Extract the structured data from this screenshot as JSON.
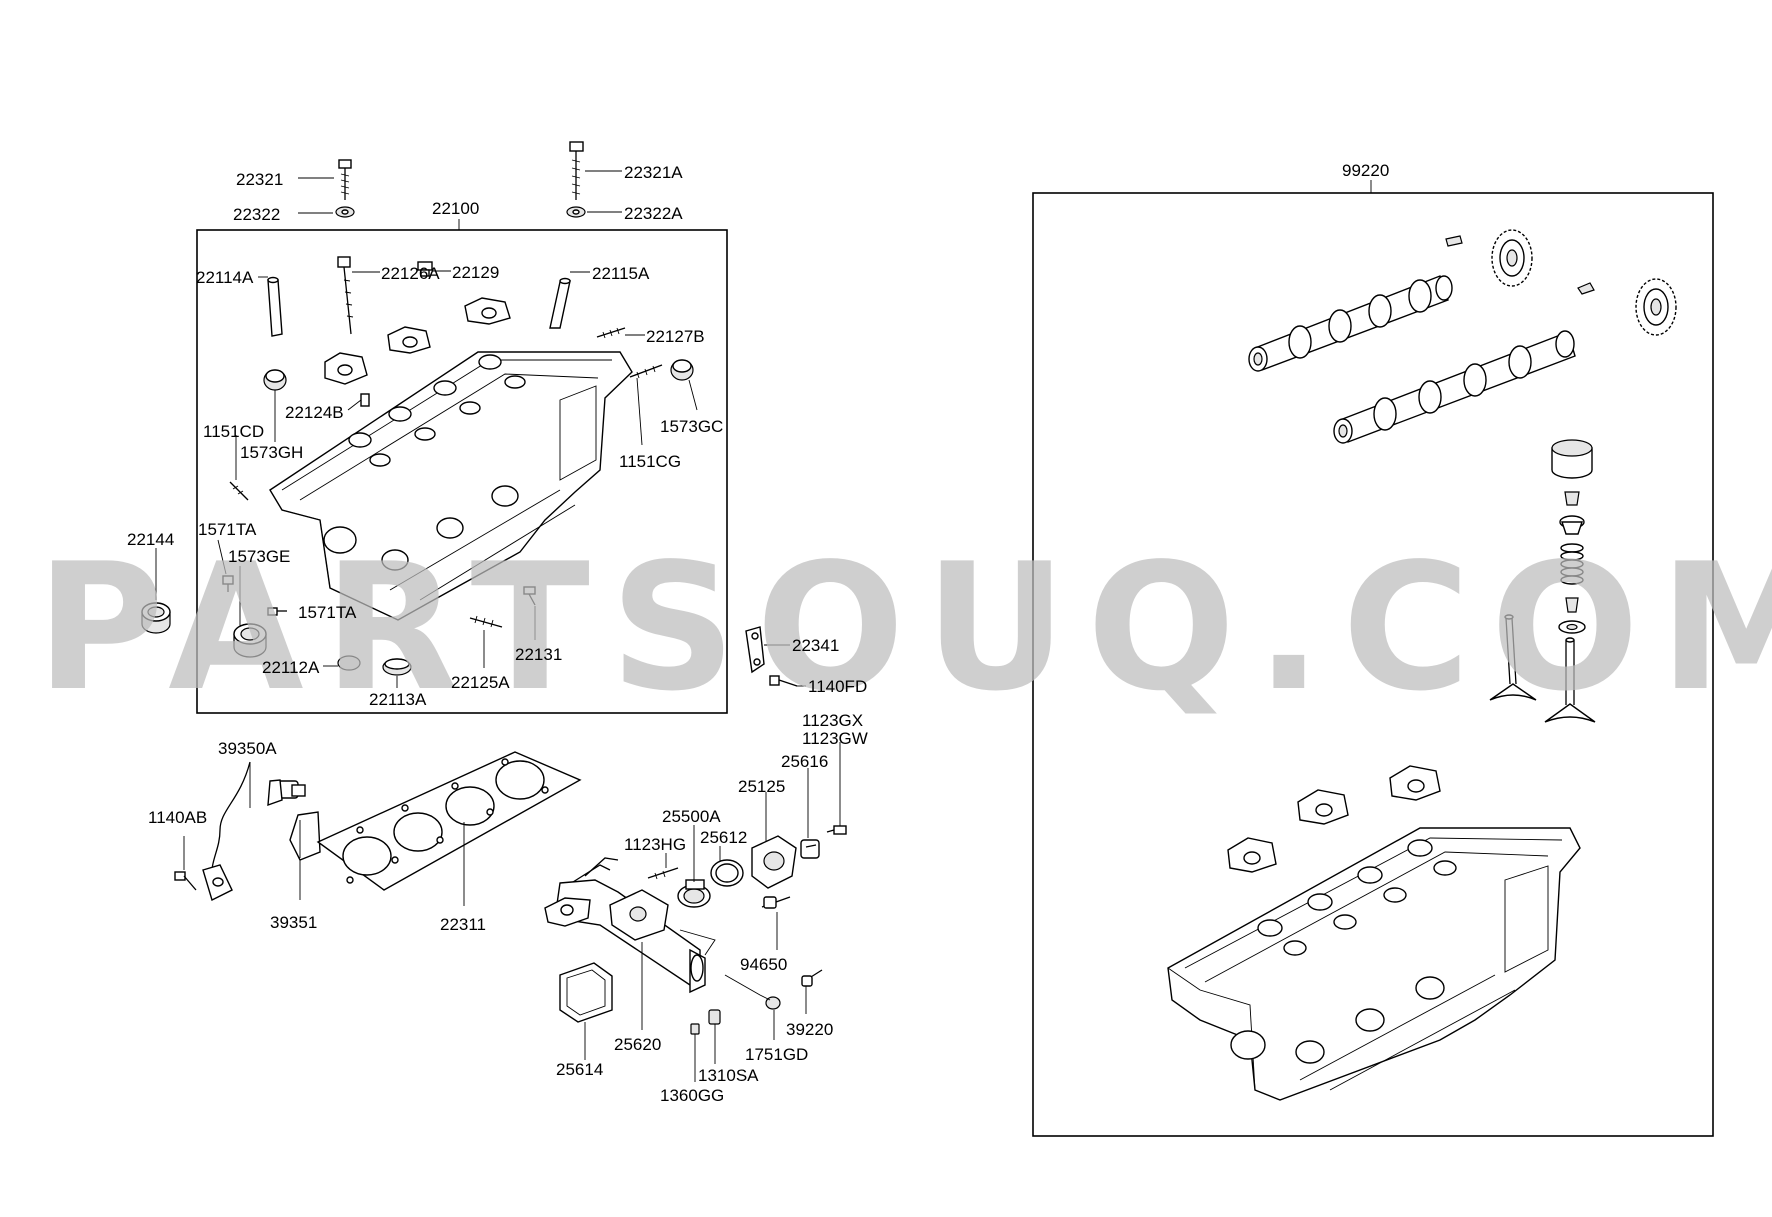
{
  "watermark": "PARTSOUQ.COM",
  "labels": {
    "l22321": "22321",
    "l22322": "22322",
    "l22321A": "22321A",
    "l22322A": "22322A",
    "l22100": "22100",
    "l22129": "22129",
    "l22114A": "22114A",
    "l22126A": "22126A",
    "l22115A": "22115A",
    "l22127B": "22127B",
    "l1573GC": "1573GC",
    "l22124B": "22124B",
    "l1151CD": "1151CD",
    "l1573GH": "1573GH",
    "l1151CG": "1151CG",
    "l22144": "22144",
    "l1571TA_a": "1571TA",
    "l1573GE": "1573GE",
    "l1571TA_b": "1571TA",
    "l22131": "22131",
    "l22112A": "22112A",
    "l22125A": "22125A",
    "l22113A": "22113A",
    "l22341": "22341",
    "l1140FD": "1140FD",
    "l39350A": "39350A",
    "l1140AB": "1140AB",
    "l39351": "39351",
    "l22311": "22311",
    "l1123GX": "1123GX",
    "l1123GW": "1123GW",
    "l25616": "25616",
    "l25125": "25125",
    "l25500A": "25500A",
    "l1123HG": "1123HG",
    "l25612": "25612",
    "l94650": "94650",
    "l39220": "39220",
    "l1751GD": "1751GD",
    "l25620": "25620",
    "l25614": "25614",
    "l1310SA": "1310SA",
    "l1360GG": "1360GG",
    "l99220": "99220"
  }
}
